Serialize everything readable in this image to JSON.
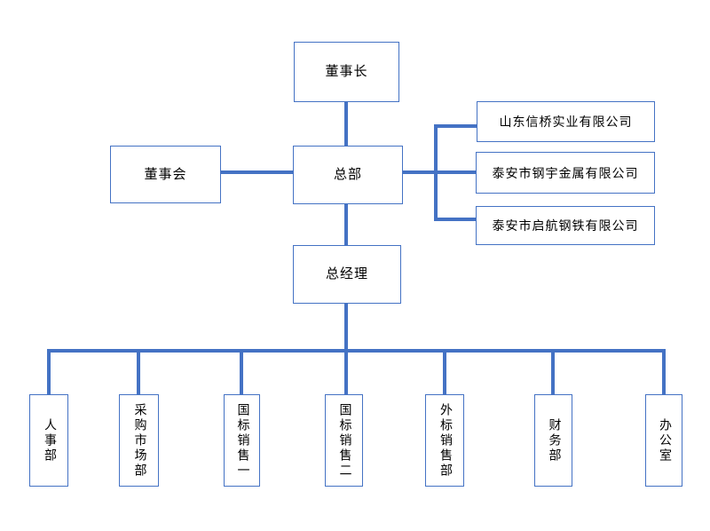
{
  "org_chart": {
    "chairman": {
      "label": "董事长"
    },
    "board": {
      "label": "董事会"
    },
    "headquarters": {
      "label": "总部"
    },
    "general_manager": {
      "label": "总经理"
    },
    "subsidiaries": [
      {
        "label": "山东信桥实业有限公司"
      },
      {
        "label": "泰安市钢宇金属有限公司"
      },
      {
        "label": "泰安市启航钢铁有限公司"
      }
    ],
    "departments": [
      {
        "label": "人事部"
      },
      {
        "label": "采购市场部"
      },
      {
        "label": "国标销售一"
      },
      {
        "label": "国标销售二"
      },
      {
        "label": "外标销售部"
      },
      {
        "label": "财务部"
      },
      {
        "label": "办公室"
      }
    ]
  },
  "colors": {
    "connector": "#4472C4",
    "box_border": "#4472C4",
    "text": "#000000",
    "background": "#FFFFFF"
  }
}
